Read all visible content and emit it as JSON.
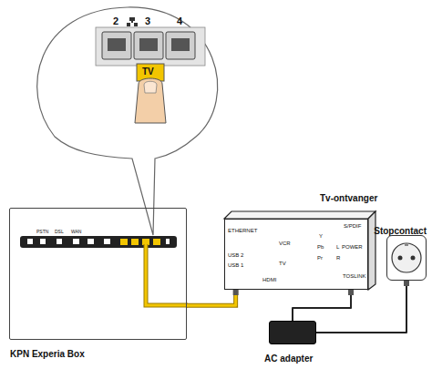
{
  "diagram": {
    "nodes": [
      {
        "text": [
          "KPN Experia Box"
        ]
      },
      {
        "text": [
          "Tv-ontvanger"
        ]
      },
      {
        "text": [
          "Stopcontact"
        ]
      },
      {
        "text": [
          "AC adapter"
        ]
      }
    ],
    "edges": [
      {
        "from": 0,
        "to": 1,
        "arrow": "none"
      },
      {
        "from": 3,
        "to": 1,
        "arrow": "none"
      },
      {
        "from": 3,
        "to": 2,
        "arrow": "none"
      }
    ],
    "labels": [
      "2",
      "3",
      "4",
      "TV",
      "PSTN",
      "DSL",
      "WAN",
      "ETHERNET",
      "USB 2",
      "USB 1",
      "HDMI",
      "VCR",
      "TV",
      "Y",
      "Pb",
      "Pr",
      "L",
      "R",
      "S/PDIF",
      "POWER",
      "TOSLINK"
    ]
  }
}
